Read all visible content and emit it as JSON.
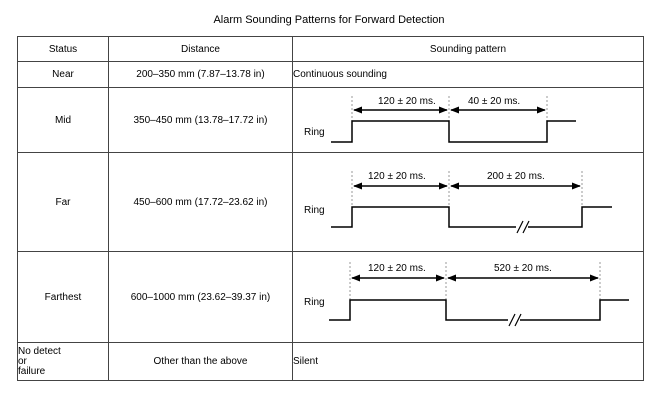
{
  "title": "Alarm Sounding Patterns for Forward Detection",
  "headers": {
    "status": "Status",
    "distance": "Distance",
    "pattern": "Sounding pattern"
  },
  "rows": [
    {
      "status": "Near",
      "distance": "200–350 mm (7.87–13.78 in)",
      "pattern": "Continuous sounding"
    },
    {
      "status": "Mid",
      "distance": "350–450 mm (13.78–17.72 in)",
      "ring": "Ring",
      "on": "120 ± 20 ms.",
      "off": "40 ± 20 ms."
    },
    {
      "status": "Far",
      "distance": "450–600 mm (17.72–23.62 in)",
      "ring": "Ring",
      "on": "120 ± 20 ms.",
      "off": "200 ± 20 ms."
    },
    {
      "status": "Farthest",
      "distance": "600–1000 mm (23.62–39.37 in)",
      "ring": "Ring",
      "on": "120 ± 20 ms.",
      "off": "520 ± 20 ms."
    },
    {
      "status_lines": [
        "No detect",
        "or",
        "failure"
      ],
      "distance": "Other than the above",
      "pattern": "Silent"
    }
  ]
}
